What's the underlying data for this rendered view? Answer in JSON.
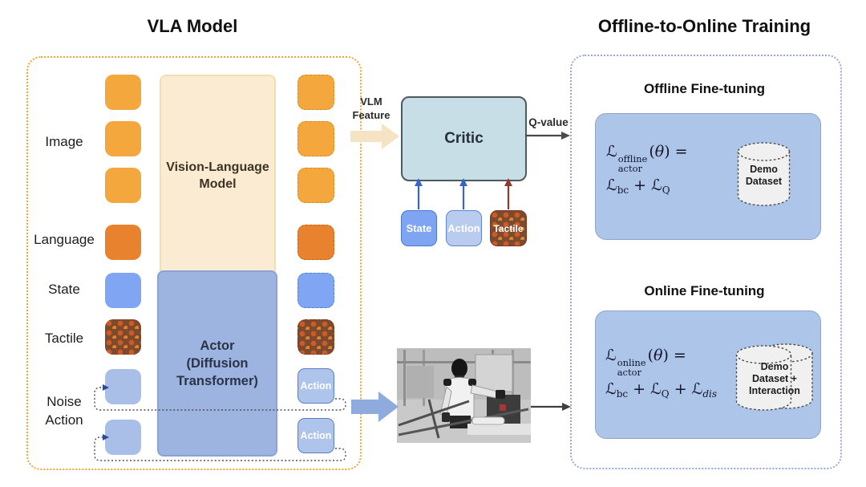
{
  "left_panel": {
    "title": "VLA Model",
    "row_labels": [
      "Image",
      "Language",
      "State",
      "Tactile"
    ],
    "noise_label_line1": "Noise",
    "noise_label_line2": "Action",
    "vlm_label_line1": "Vision-Language",
    "vlm_label_line2": "Model",
    "actor_label_line1": "Actor",
    "actor_label_line2": "(Diffusion",
    "actor_label_line3": "Transformer)",
    "action_out_labels": [
      "Action",
      "Action"
    ]
  },
  "middle": {
    "vlm_feature_line1": "VLM",
    "vlm_feature_line2": "Feature",
    "critic_label": "Critic",
    "q_value_label": "Q-value",
    "critic_inputs": [
      "State",
      "Action",
      "Tactile"
    ]
  },
  "right_panel": {
    "title": "Offline-to-Online Training",
    "offline": {
      "heading": "Offline Fine-tuning",
      "formula": {
        "base": "ℒ",
        "sup": "offline",
        "sub": "actor",
        "open": "(",
        "theta": "θ",
        "close": ") =",
        "t1_base": "ℒ",
        "t1_sub": "bc",
        "op1": "+",
        "t2_base": "ℒ",
        "t2_sub": "Q"
      },
      "dataset": [
        "Demo",
        "Dataset"
      ]
    },
    "online": {
      "heading": "Online Fine-tuning",
      "formula": {
        "base": "ℒ",
        "sup": "online",
        "sub": "actor",
        "open": "(",
        "theta": "θ",
        "close": ") =",
        "t1_base": "ℒ",
        "t1_sub": "bc",
        "op1": "+",
        "t2_base": "ℒ",
        "t2_sub": "Q",
        "op2": "+",
        "t3_base": "ℒ",
        "t3_sub": "dis"
      },
      "dataset": [
        "Demo",
        "Dataset +",
        "Interaction"
      ]
    }
  },
  "colors": {
    "vla_panel_border": "#F4A433",
    "training_panel_border": "#9AA8E0",
    "image_token": "#F3A73C",
    "language_token": "#E9822E",
    "state_token": "#80A5F2",
    "noise_token": "#A9BFE7",
    "tactile_base": "#7C4A2C",
    "vlm_box_fill": "#FAEBD2",
    "actor_box_fill": "#9CB4DF",
    "critic_box_fill": "#C7DEE6",
    "action_chip_fill": "#B9CCEF",
    "training_box_fill": "#ACC5E9",
    "vlm_feature_arrow": "#F6E3C3",
    "action_flow_arrow": "#8FABDE",
    "q_value_arrow": "#4A4A4A",
    "state_action_arrow": "#3766C8",
    "tactile_arrow": "#8E3B2B"
  }
}
